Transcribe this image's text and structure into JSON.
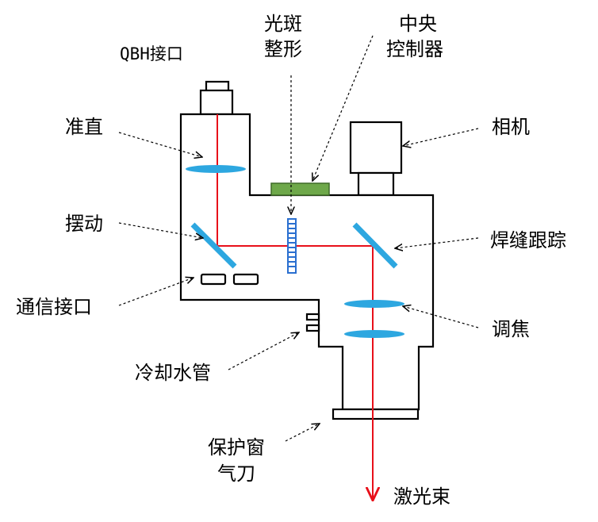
{
  "labels": {
    "qbh": "QBH接口",
    "beam_shaping_1": "光斑",
    "beam_shaping_2": "整形",
    "controller_1": "中央",
    "controller_2": "控制器",
    "collimate": "准直",
    "camera": "相机",
    "wobble": "摆动",
    "seam_tracking": "焊缝跟踪",
    "comm_port": "通信接口",
    "focus": "调焦",
    "cooling_pipe": "冷却水管",
    "window_1": "保护窗",
    "window_2": "气刀",
    "laser_beam": "激光束"
  },
  "colors": {
    "beam": "#e8101a",
    "lens": "#2da7e0",
    "mirror": "#2da7e0",
    "controller": "#6ea84a",
    "outline": "#000000",
    "slm": "#2a6fd0"
  }
}
